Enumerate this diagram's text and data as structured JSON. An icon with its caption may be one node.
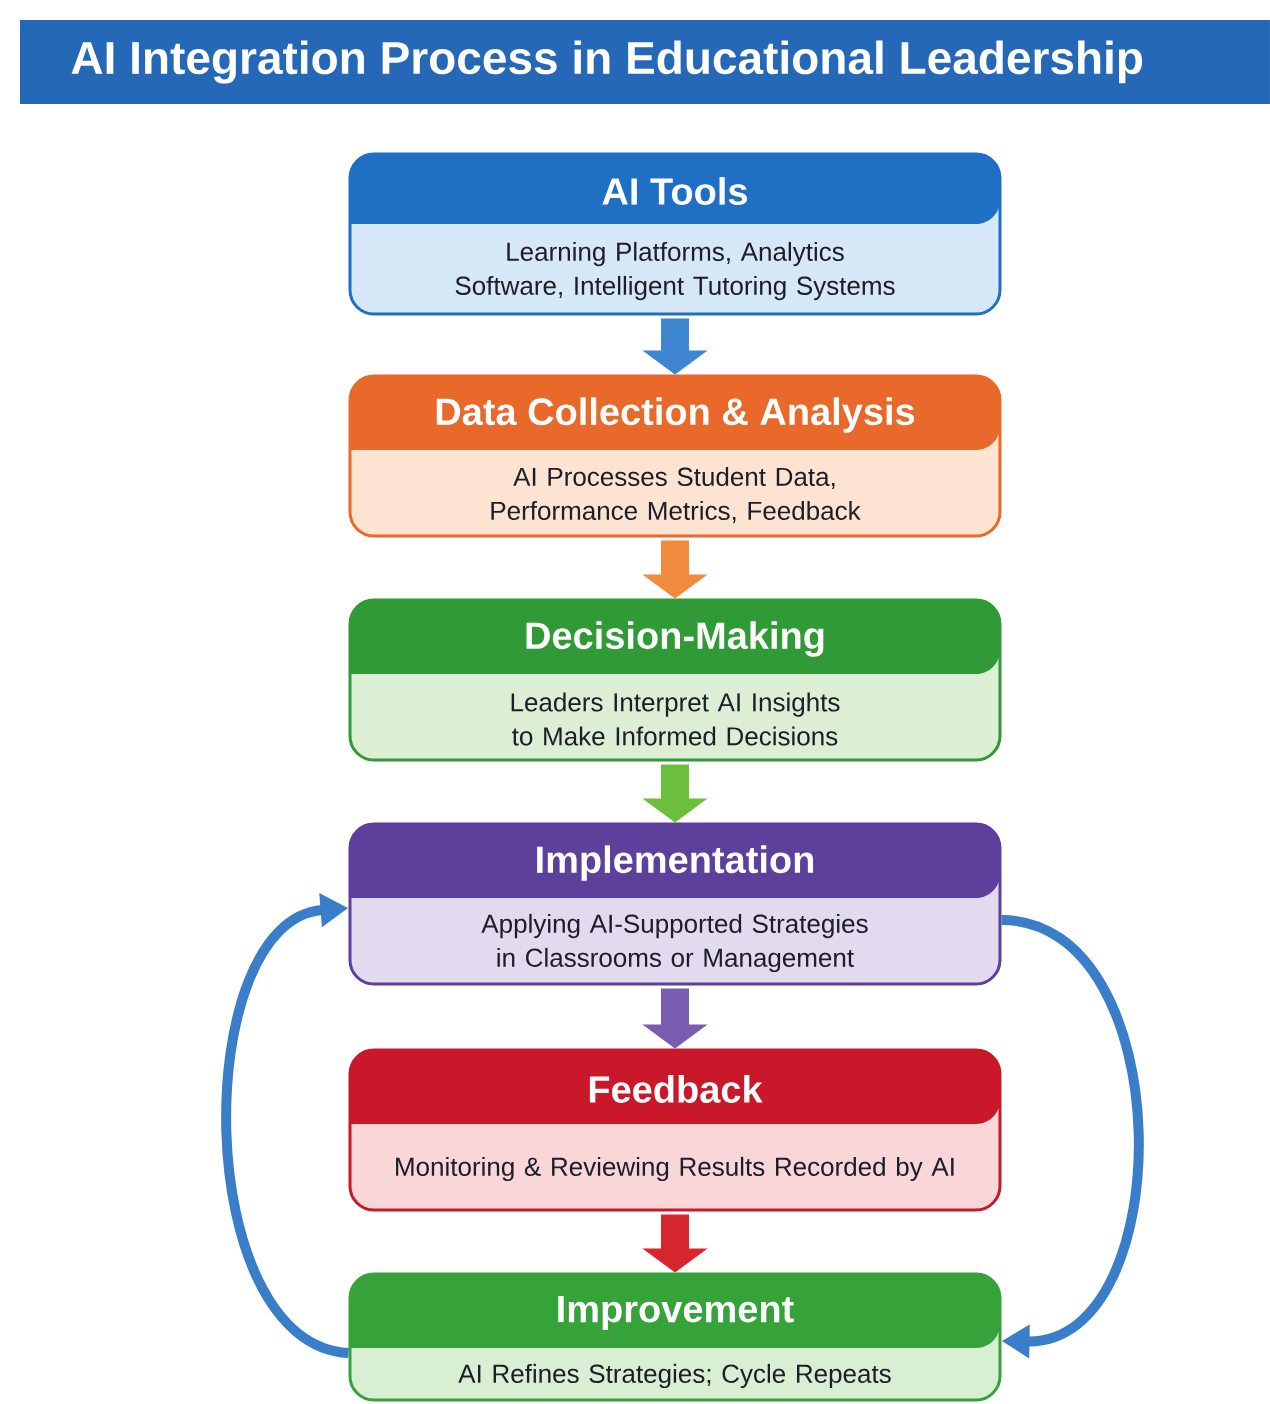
{
  "diagram": {
    "title": "AI Integration Process in Educational Leadership",
    "nodes": [
      {
        "text": [
          "AI Tools",
          "Learning Platforms, Analytics Software, Intelligent Tutoring Systems"
        ]
      },
      {
        "text": [
          "Data Collection & Analysis",
          "AI Processes Student Data, Performance Metrics, Feedback"
        ]
      },
      {
        "text": [
          "Decision-Making",
          "Leaders Interpret AI Insights to Make Informed Decisions"
        ]
      },
      {
        "text": [
          "Implementation",
          "Applying AI-Supported Strategies in Classrooms or Management"
        ]
      },
      {
        "text": [
          "Feedback",
          "Monitoring & Reviewing Results Recorded by AI"
        ]
      },
      {
        "text": [
          "Improvement",
          "AI Refines Strategies; Cycle Repeats"
        ]
      }
    ],
    "edges": [
      {
        "from": 0,
        "to": 1,
        "arrow": "to",
        "color": "#3f86d0"
      },
      {
        "from": 1,
        "to": 2,
        "arrow": "to",
        "color": "#f08a3c"
      },
      {
        "from": 2,
        "to": 3,
        "arrow": "to",
        "color": "#6cbf3c"
      },
      {
        "from": 3,
        "to": 4,
        "arrow": "to",
        "color": "#7a5cb0"
      },
      {
        "from": 4,
        "to": 5,
        "arrow": "to",
        "color": "#d8262e"
      },
      {
        "from": 5,
        "to": 3,
        "arrow": "to",
        "color": "#3a7dc9"
      },
      {
        "from": 3,
        "to": 5,
        "arrow": "to",
        "color": "#3a7dc9"
      }
    ]
  }
}
